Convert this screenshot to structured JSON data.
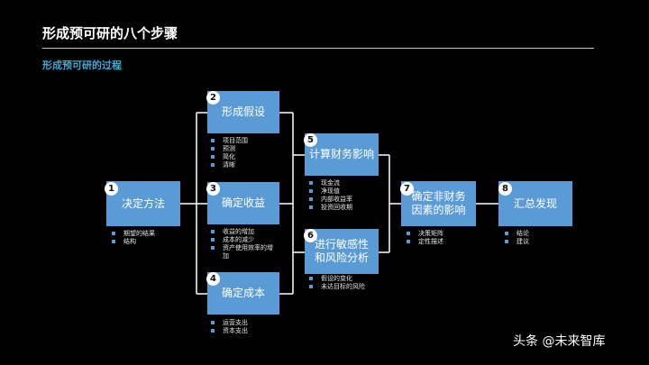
{
  "header": {
    "title": "形成预可研的八个步骤",
    "subtitle": "形成预可研的过程"
  },
  "steps": [
    {
      "num": "1",
      "label": "决定方法",
      "bullets": [
        "期望的结果",
        "结构"
      ]
    },
    {
      "num": "2",
      "label": "形成假设",
      "bullets": [
        "项目范围",
        "预测",
        "简化",
        "清晰"
      ]
    },
    {
      "num": "3",
      "label": "确定收益",
      "bullets": [
        "收益的增加",
        "成本的减少",
        "资产使用效率的增加"
      ]
    },
    {
      "num": "4",
      "label": "确定成本",
      "bullets": [
        "运营支出",
        "资本支出"
      ]
    },
    {
      "num": "5",
      "label": "计算财务影响",
      "bullets": [
        "现金流",
        "净现值",
        "内部收益率",
        "投资回收期"
      ]
    },
    {
      "num": "6",
      "label": "进行敏感性和风险分析",
      "bullets": [
        "假设的变化",
        "未达目标的风险"
      ]
    },
    {
      "num": "7",
      "label": "确定非财务因素的影响",
      "bullets": [
        "决策矩阵",
        "定性描述"
      ]
    },
    {
      "num": "8",
      "label": "汇总发现",
      "bullets": [
        "结论",
        "建议"
      ]
    }
  ],
  "footer": {
    "text": "头条 @未来智库"
  },
  "colors": {
    "box": "#5b9bd5",
    "accent": "#3fa9d9",
    "line": "#ffffff"
  }
}
